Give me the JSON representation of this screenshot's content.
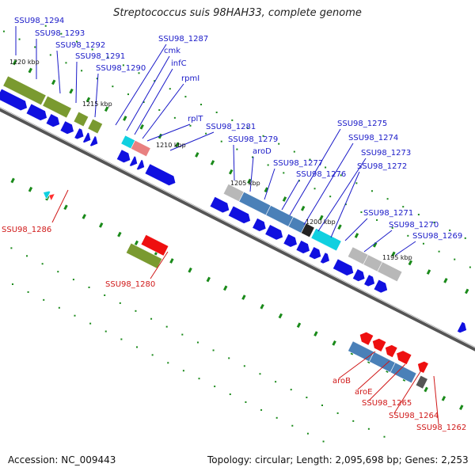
{
  "title": "Streptococcus suis 98HAH33, complete genome",
  "accession_label": "Accession: NC_009443",
  "summary_label": "Topology: circular; Length: 2,095,698 bp; Genes: 2,253",
  "scale_ticks": [
    "1220 kbp",
    "1215 kbp",
    "1210 kbp",
    "1205 kbp",
    "1200 kbp",
    "1195 kbp"
  ],
  "forward_gene_labels": [
    "SSU98_1294",
    "SSU98_1293",
    "SSU98_1292",
    "SSU98_1291",
    "SSU98_1290",
    "SSU98_1287",
    "cmk",
    "infC",
    "rpmI",
    "rplT",
    "SSU98_1281",
    "SSU98_1279",
    "aroD",
    "SSU98_1277",
    "SSU98_1276",
    "SSU98_1275",
    "SSU98_1274",
    "SSU98_1273",
    "SSU98_1272",
    "SSU98_1271",
    "SSU98_1270",
    "SSU98_1269"
  ],
  "reverse_gene_labels": [
    "SSU98_1286",
    "SSU98_1280",
    "aroB",
    "aroE",
    "SSU98_1265",
    "SSU98_1264",
    "SSU98_1262"
  ],
  "colors": {
    "forward_label": "#1a1ac8",
    "reverse_label": "#d01818",
    "cds_blue": "#1010e0",
    "cds_red": "#ee1010",
    "olive": "#7a9a30",
    "steel": "#4a80b8",
    "cyan": "#10d0e0",
    "gray": "#b8b8b8",
    "salmon": "#e88080",
    "tick_green": "#1a8a1a"
  }
}
